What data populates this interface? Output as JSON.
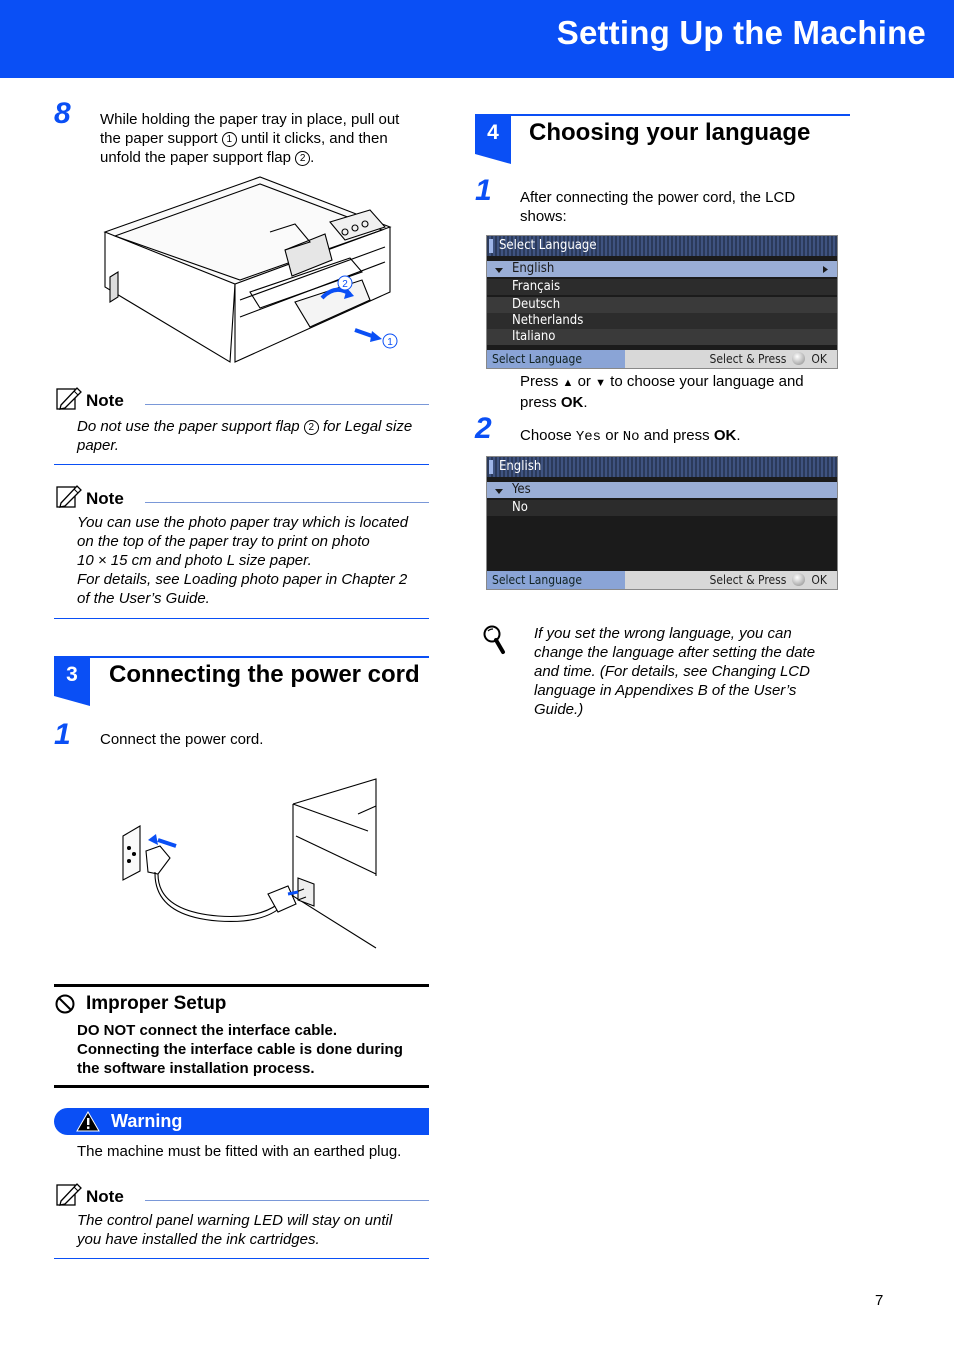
{
  "header": {
    "title": "Setting Up the Machine"
  },
  "left": {
    "step8": {
      "number": "8",
      "text_1": "While holding the paper tray in place, pull out",
      "text_2a": "the paper support ",
      "text_2b": " until it clicks, and then",
      "text_3a": "unfold the paper support flap ",
      "text_3b": ".",
      "circle_1": "1",
      "circle_2": "2"
    },
    "note1": {
      "label": "Note",
      "line_1a": "Do not use the paper support flap ",
      "line_1b": " for Legal size",
      "line_2": "paper.",
      "circle": "2"
    },
    "note2": {
      "label": "Note",
      "lines": [
        "You can use the photo paper tray which is located",
        "on the top of the paper tray to print on photo",
        "10 × 15 cm and photo L size paper.",
        "For details, see Loading photo paper in Chapter 2",
        "of the User’s Guide."
      ]
    },
    "section3": {
      "number": "3",
      "title": "Connecting the power cord"
    },
    "step1": {
      "number": "1",
      "text": "Connect the power cord."
    },
    "improper": {
      "label": "Improper Setup",
      "lines": [
        "DO NOT connect the interface cable.",
        "Connecting the interface cable is done during",
        "the software installation process."
      ]
    },
    "warning": {
      "label": "Warning",
      "text": "The machine must be fitted with an earthed plug."
    },
    "note3": {
      "label": "Note",
      "lines": [
        "The control panel warning LED will stay on until",
        "you have installed the ink cartridges."
      ]
    }
  },
  "right": {
    "section4": {
      "number": "4",
      "title": "Choosing your language"
    },
    "step1": {
      "number": "1",
      "line_1": "After connecting the power cord, the LCD",
      "line_2": "shows:"
    },
    "lcd1": {
      "title": "Select Language",
      "items": [
        "English",
        "Français",
        "Deutsch",
        "Netherlands",
        "Italiano"
      ],
      "footer_left": "Select Language",
      "footer_right_a": "Select & Press",
      "footer_right_b": "OK"
    },
    "press": {
      "a": "Press ",
      "up": "▲",
      "or": " or ",
      "down": "▼",
      "b": " to choose your language and",
      "c": "press ",
      "ok": "OK",
      "d": "."
    },
    "step2": {
      "number": "2",
      "a": "Choose ",
      "yes": "Yes",
      "or": " or ",
      "no": "No",
      "b": " and press ",
      "ok": "OK",
      "c": "."
    },
    "lcd2": {
      "title": "English",
      "items": [
        "Yes",
        "No"
      ],
      "footer_left": "Select Language",
      "footer_right_a": "Select & Press",
      "footer_right_b": "OK"
    },
    "tip": {
      "lines": [
        "If you set the wrong language, you can",
        "change the language after setting the date",
        "and time. (For details, see Changing LCD",
        "language in Appendixes B of the User’s",
        "Guide.)"
      ]
    }
  },
  "footer": {
    "page_number": "7"
  },
  "colors": {
    "brand_blue": "#0a4ff5",
    "lcd_highlight": "#9aaed6"
  }
}
